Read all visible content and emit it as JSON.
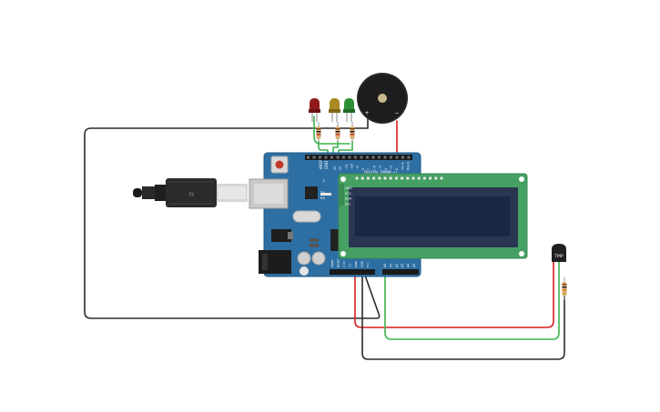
{
  "board": {
    "digital_label": "DIGITAL (PWM ~)",
    "aref_label": "AREF",
    "gnd_label": "GND",
    "pin_labels_top": [
      "13",
      "12",
      "~11",
      "~10",
      "~9",
      "8",
      "7",
      "~6",
      "~5",
      "4",
      "~3",
      "2",
      "TX→1",
      "RX←0"
    ],
    "analog_labels": [
      "A0",
      "A1",
      "A2",
      "A3",
      "A4",
      "A5"
    ],
    "power_labels": [
      "IOREF",
      "RESET",
      "3.3V",
      "5V",
      "GND",
      "GND",
      "Vin"
    ],
    "l_label": "L",
    "tx_label": "TX",
    "rx_label": "RX"
  },
  "lcd": {
    "pin_labels": [
      "GND",
      "VCC",
      "SDA",
      "SCL"
    ]
  },
  "sensor": {
    "label": "TMP"
  },
  "colors": {
    "board": "#2d6fa3",
    "lcd_pcb": "#46a063",
    "lcd_screen": "#1a2845",
    "wire_red": "#d81e1e",
    "wire_green": "#3db34a",
    "wire_black": "#2b2b2b",
    "wire_yellow": "#e2c12a",
    "led_red": "#8f1b1b",
    "led_yellow": "#a88a1e",
    "led_green": "#2f8f34"
  }
}
